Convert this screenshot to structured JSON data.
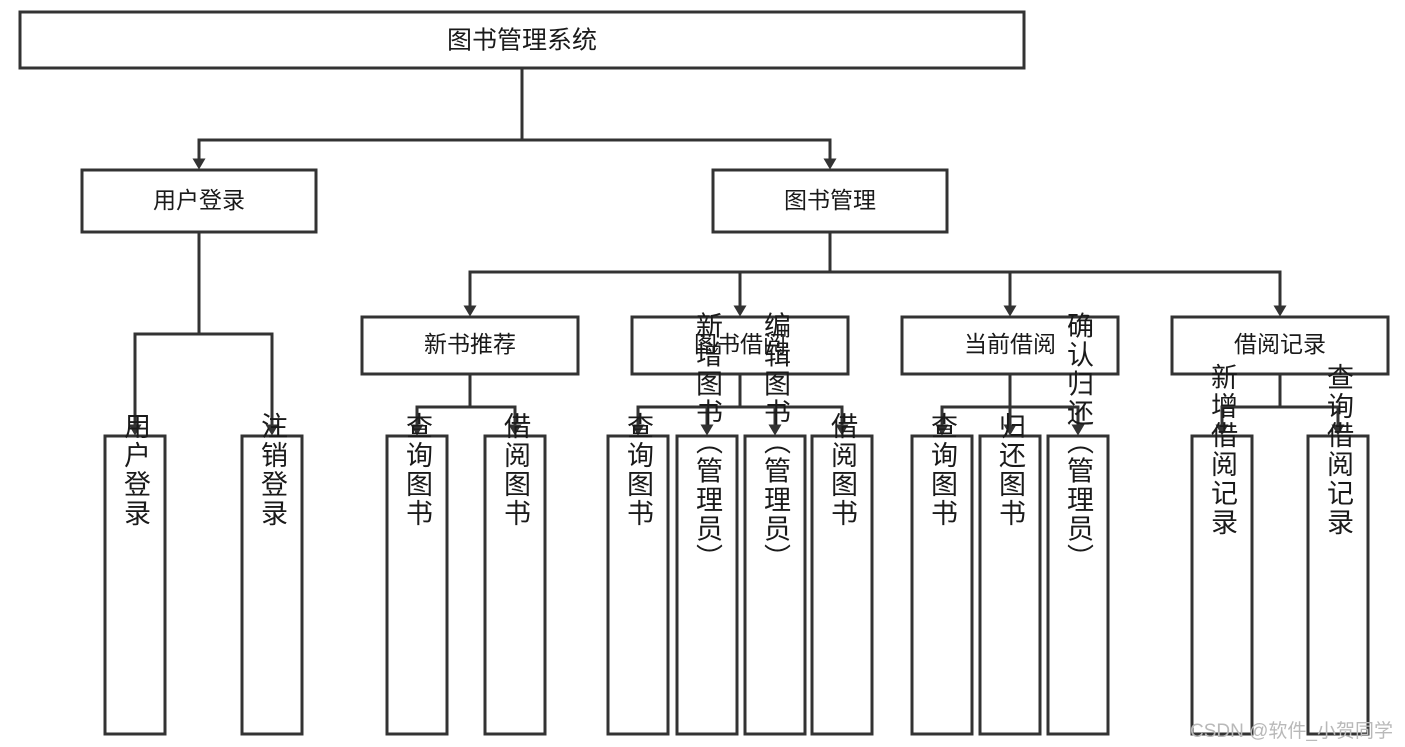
{
  "diagram": {
    "title": "图书管理系统",
    "type": "tree",
    "watermark": "CSDN @软件_小贺同学",
    "colors": {
      "stroke": "#333333",
      "fill": "#ffffff",
      "text": "#1a1a1a",
      "watermark": "#b9b9b9"
    },
    "nodes": {
      "root": {
        "label": "图书管理系统"
      },
      "level1": [
        {
          "id": "user-login",
          "label": "用户登录"
        },
        {
          "id": "book-manage",
          "label": "图书管理"
        }
      ],
      "level2": [
        {
          "id": "new-book-recommend",
          "label": "新书推荐"
        },
        {
          "id": "book-borrow",
          "label": "图书借阅"
        },
        {
          "id": "current-borrow",
          "label": "当前借阅"
        },
        {
          "id": "borrow-record",
          "label": "借阅记录"
        }
      ],
      "leaves": {
        "user-login": [
          {
            "id": "leaf-user-login",
            "label": "用户登录"
          },
          {
            "id": "leaf-logout-login",
            "label": "注销登录"
          }
        ],
        "new-book-recommend": [
          {
            "id": "leaf-query-book-1",
            "label": "查询图书"
          },
          {
            "id": "leaf-borrow-book-1",
            "label": "借阅图书"
          }
        ],
        "book-borrow": [
          {
            "id": "leaf-query-book-2",
            "label": "查询图书"
          },
          {
            "id": "leaf-add-book",
            "label": "新增图书（管理员）"
          },
          {
            "id": "leaf-edit-book",
            "label": "编辑图书（管理员）"
          },
          {
            "id": "leaf-borrow-book-2",
            "label": "借阅图书"
          }
        ],
        "current-borrow": [
          {
            "id": "leaf-query-book-3",
            "label": "查询图书"
          },
          {
            "id": "leaf-return-book",
            "label": "归还图书"
          },
          {
            "id": "leaf-confirm-return",
            "label": "确认归还（管理员）"
          }
        ],
        "borrow-record": [
          {
            "id": "leaf-add-record",
            "label": "新增借阅记录"
          },
          {
            "id": "leaf-query-record",
            "label": "查询借阅记录"
          }
        ]
      }
    }
  }
}
